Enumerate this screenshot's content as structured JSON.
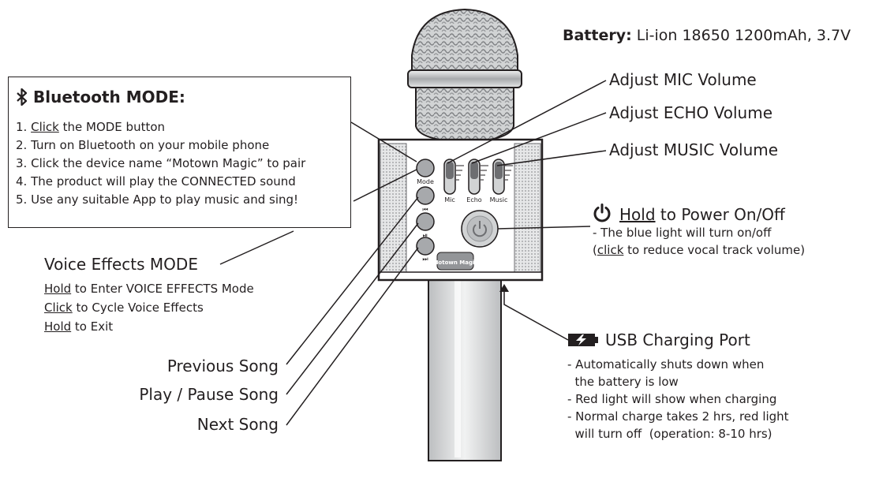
{
  "battery": {
    "label": "Battery:",
    "value": "Li-ion 18650  1200mAh, 3.7V"
  },
  "callouts": {
    "mic": "Adjust MIC Volume",
    "echo": "Adjust ECHO Volume",
    "music": "Adjust MUSIC Volume"
  },
  "bluetooth": {
    "title": "Bluetooth MODE:",
    "steps": [
      {
        "num": "1. ",
        "u": "Click",
        "rest": " the MODE button"
      },
      {
        "num": "2. ",
        "u": "",
        "rest": "Turn on Bluetooth on your mobile phone"
      },
      {
        "num": "3. ",
        "u": "",
        "rest": "Click the device name “Motown Magic” to pair"
      },
      {
        "num": "4. ",
        "u": "",
        "rest": "The product will play the CONNECTED sound"
      },
      {
        "num": "5. ",
        "u": "",
        "rest": "Use any suitable App to play music and sing!"
      }
    ]
  },
  "power": {
    "u": "Hold",
    "title_rest": " to Power On/Off",
    "line1": "- The blue light will turn on/off",
    "line2_open": " (",
    "line2_u": "click",
    "line2_rest": " to reduce vocal track volume)"
  },
  "voice": {
    "title": "Voice Effects MODE",
    "lines": [
      {
        "u": "Hold",
        "rest": " to Enter VOICE EFFECTS Mode"
      },
      {
        "u": "Click",
        "rest": " to Cycle Voice Effects"
      },
      {
        "u": "Hold",
        "rest": " to Exit"
      }
    ]
  },
  "songs": {
    "prev": "Previous Song",
    "play": "Play / Pause Song",
    "next": "Next Song"
  },
  "usb": {
    "title": "USB Charging Port",
    "lines": [
      "- Automatically shuts down when",
      "  the battery is low",
      "- Red light will show when charging",
      "- Normal charge takes 2 hrs, red light",
      "  will turn off  (operation: 8-10 hrs)"
    ]
  },
  "device": {
    "mode_label": "Mode",
    "slider_labels": {
      "mic": "Mic",
      "echo": "Echo",
      "music": "Music"
    },
    "logo_text": "Motown Magic"
  },
  "colors": {
    "ink": "#231f20",
    "metal": "#a7a9ac",
    "dark_metal": "#6d6e71"
  },
  "icons": [
    "bluetooth-icon",
    "power-icon",
    "usb-battery-icon"
  ]
}
